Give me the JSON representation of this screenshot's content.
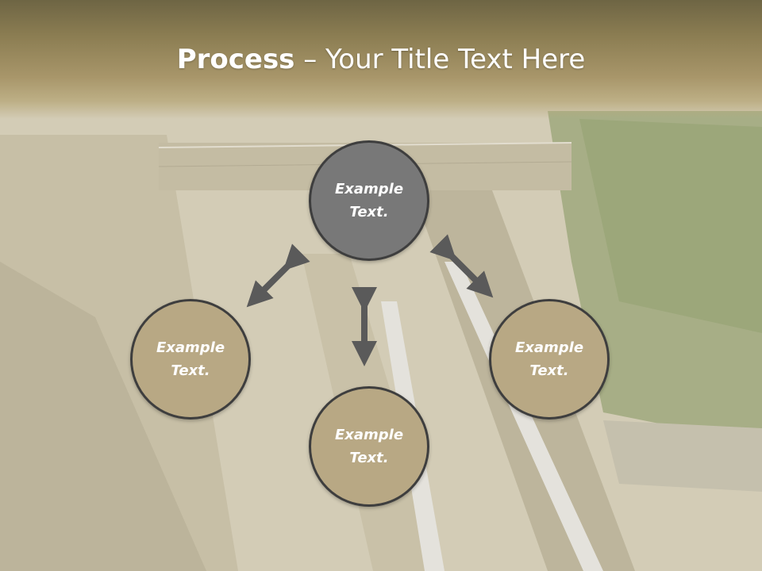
{
  "title": {
    "bold": "Process",
    "rest": " – Your Title Text Here"
  },
  "nodes": {
    "top": {
      "text": "Example\nText.",
      "color": "#787878"
    },
    "left": {
      "text": "Example\nText.",
      "color": "#b8a884"
    },
    "bottom": {
      "text": "Example\nText.",
      "color": "#b8a884"
    },
    "right": {
      "text": "Example\nText.",
      "color": "#b8a884"
    }
  },
  "colors": {
    "arrow": "#5a5a5a",
    "border": "#3e3e3e",
    "title_band": "#8b7d52"
  }
}
